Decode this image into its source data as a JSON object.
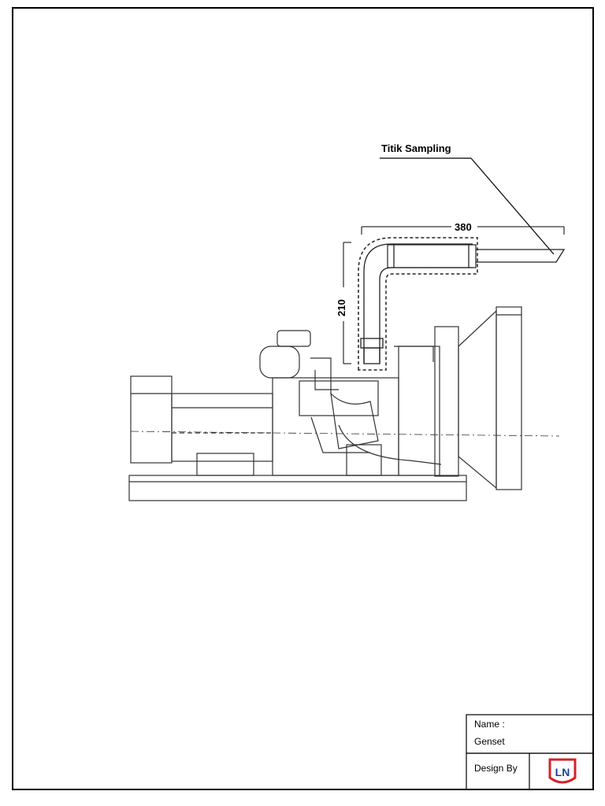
{
  "annotation": {
    "sampling_point": "Titik Sampling"
  },
  "dimensions": {
    "horizontal": "380",
    "vertical": "210"
  },
  "title_block": {
    "name_label": "Name :",
    "name_value": "Genset",
    "design_label": "Design By",
    "logo_text": "LN"
  },
  "colors": {
    "ink": "#000000",
    "logo_red": "#d2232a",
    "logo_blue": "#1f3f99"
  }
}
